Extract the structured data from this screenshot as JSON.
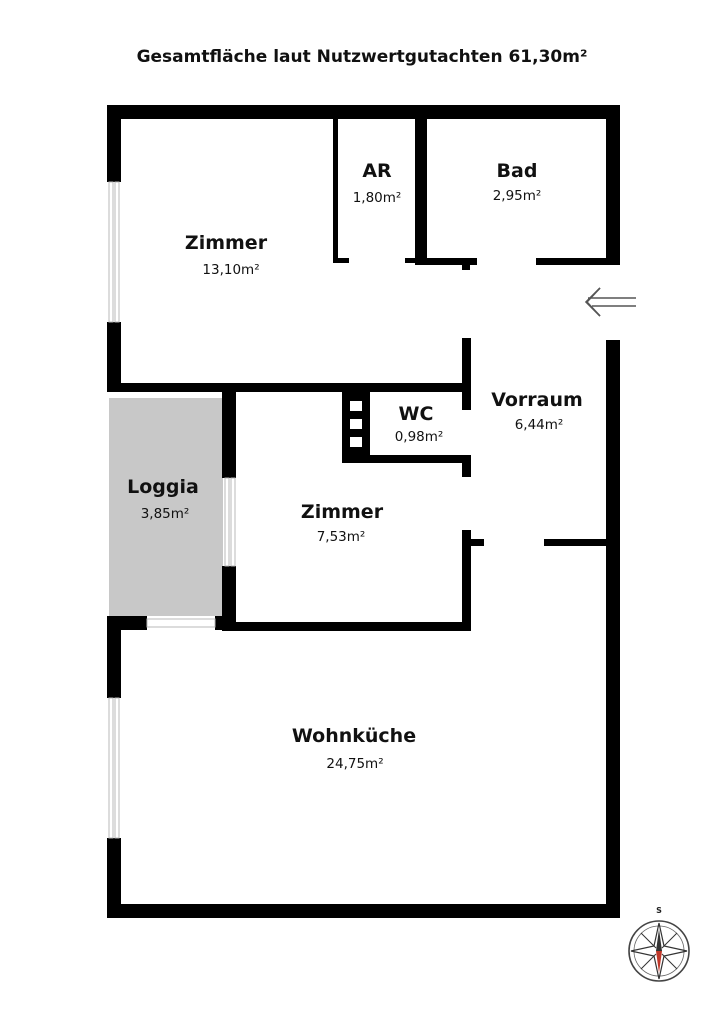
{
  "title": "Gesamtfläche laut Nutzwertgutachten 61,30m²",
  "rooms": {
    "ar": {
      "name": "AR",
      "area": "1,80m²"
    },
    "bad": {
      "name": "Bad",
      "area": "2,95m²"
    },
    "zimmer1": {
      "name": "Zimmer",
      "area": "13,10m²"
    },
    "wc": {
      "name": "WC",
      "area": "0,98m²"
    },
    "vorraum": {
      "name": "Vorraum",
      "area": "6,44m²"
    },
    "loggia": {
      "name": "Loggia",
      "area": "3,85m²"
    },
    "zimmer2": {
      "name": "Zimmer",
      "area": "7,53m²"
    },
    "wohnkueche": {
      "name": "Wohnküche",
      "area": "24,75m²"
    }
  },
  "compass": {
    "label": "S",
    "icon": "compass-icon"
  },
  "entrance": {
    "icon": "entrance-arrow-icon"
  },
  "colors": {
    "wall": "#000000",
    "loggia": "#c8c8c8",
    "needle_red": "#c0392b"
  }
}
